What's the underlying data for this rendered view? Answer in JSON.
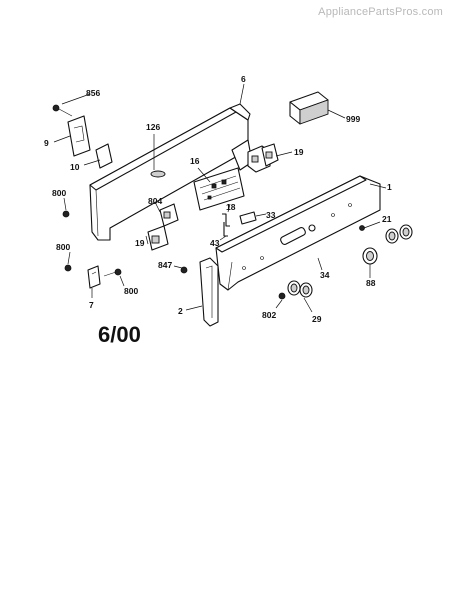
{
  "watermark": "AppliancePartsPros.com",
  "date_code": "6/00",
  "callouts": {
    "c856": "856",
    "c6": "6",
    "c999": "999",
    "c9": "9",
    "c126": "126",
    "c10": "10",
    "c16": "16",
    "c19a": "19",
    "c1": "1",
    "c800a": "800",
    "c804": "804",
    "c18": "18",
    "c33": "33",
    "c21": "21",
    "c19b": "19",
    "c43": "43",
    "c800b": "800",
    "c847": "847",
    "c34": "34",
    "c88": "88",
    "c800c": "800",
    "c7": "7",
    "c2": "2",
    "c802": "802",
    "c29": "29"
  }
}
